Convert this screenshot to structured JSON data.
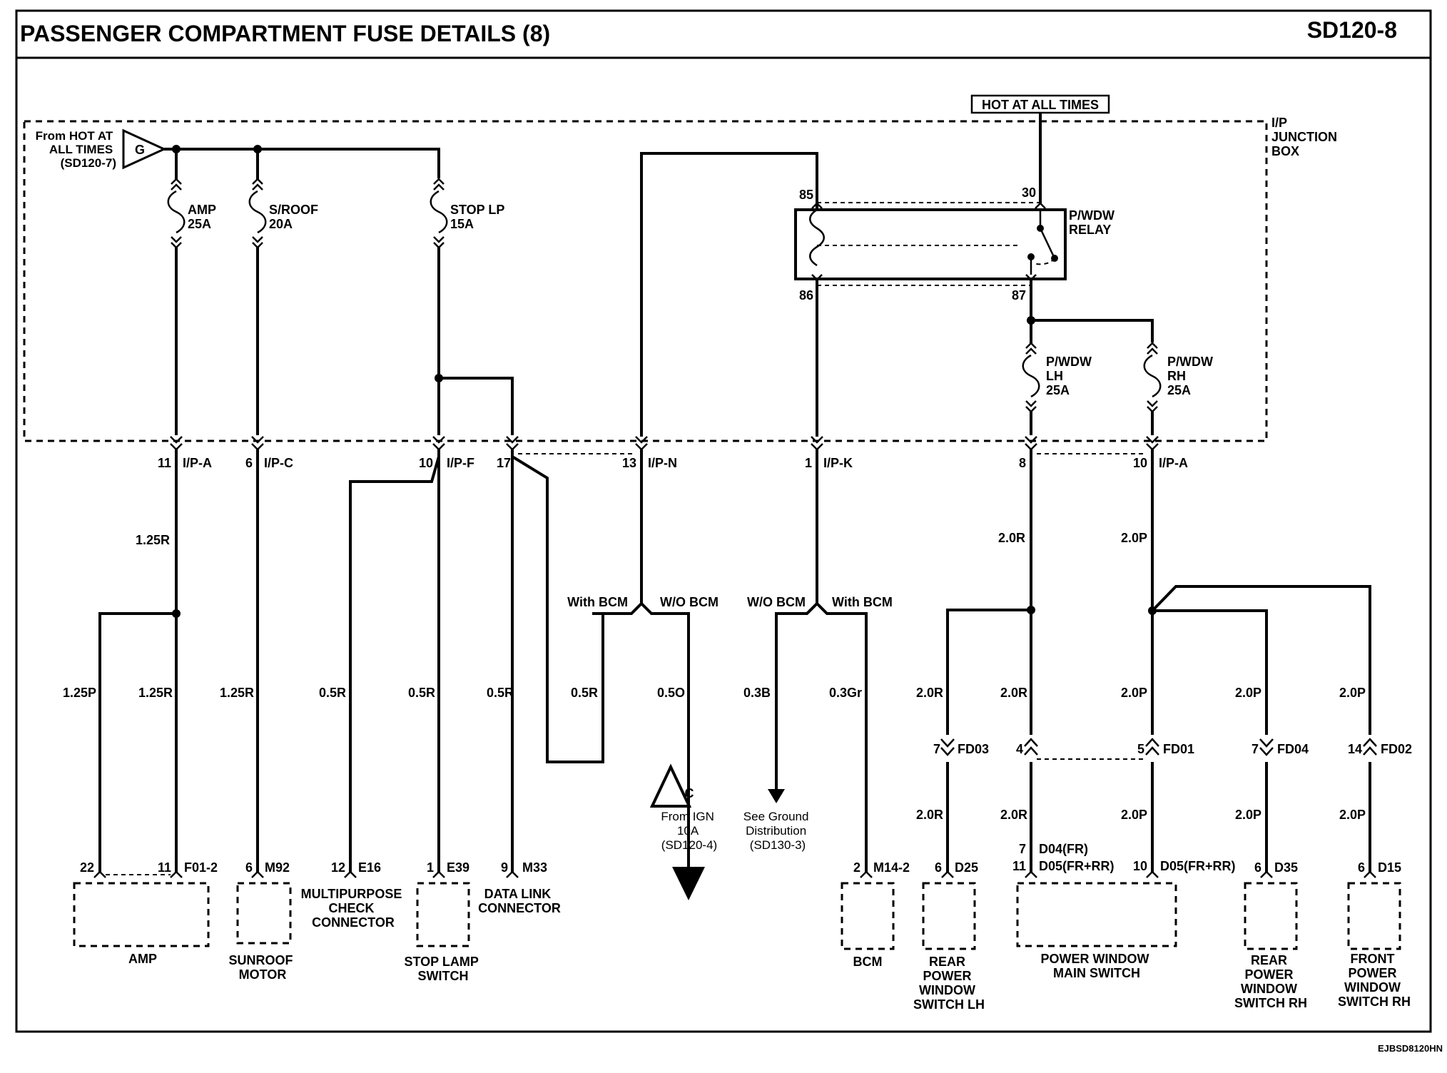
{
  "header": {
    "title": "PASSENGER COMPARTMENT FUSE DETAILS (8)",
    "page_code": "SD120-8"
  },
  "footer": {
    "code": "EJBSD8120HN"
  },
  "sources": {
    "hot_at_all_times": "HOT AT ALL TIMES",
    "from_hot": [
      "From HOT AT",
      "ALL TIMES",
      "(SD120-7)"
    ],
    "connector_g": "G",
    "from_ign": [
      "From IGN",
      "10A",
      "(SD120-4)"
    ],
    "connector_c": "C",
    "ground_ref": [
      "See Ground",
      "Distribution",
      "(SD130-3)"
    ]
  },
  "junction_box": [
    "I/P",
    "JUNCTION",
    "BOX"
  ],
  "fuses": {
    "amp": [
      "AMP",
      "25A"
    ],
    "sroof": [
      "S/ROOF",
      "20A"
    ],
    "stoplp": [
      "STOP LP",
      "15A"
    ],
    "pwdw_lh": [
      "P/WDW",
      "LH",
      "25A"
    ],
    "pwdw_rh": [
      "P/WDW",
      "RH",
      "25A"
    ]
  },
  "relay": {
    "label": [
      "P/WDW",
      "RELAY"
    ],
    "pins": {
      "p85": "85",
      "p30": "30",
      "p86": "86",
      "p87": "87"
    }
  },
  "jb_pins": {
    "amp": {
      "num": "11",
      "conn": "I/P-A"
    },
    "sroof": {
      "num": "6",
      "conn": "I/P-C"
    },
    "stop": {
      "num": "10",
      "conn": "I/P-F"
    },
    "dlc": {
      "num": "17"
    },
    "n": {
      "num": "13",
      "conn": "I/P-N"
    },
    "k": {
      "num": "1",
      "conn": "I/P-K"
    },
    "lh": {
      "num": "8"
    },
    "rh": {
      "num": "10",
      "conn": "I/P-A"
    }
  },
  "options": {
    "with_bcm": "With BCM",
    "wo_bcm": "W/O BCM"
  },
  "wires": {
    "w125r": "1.25R",
    "w125p": "1.25P",
    "w05r": "0.5R",
    "w05o": "0.5O",
    "w03b": "0.3B",
    "w03gr": "0.3Gr",
    "w20r": "2.0R",
    "w20p": "2.0P"
  },
  "fd_conns": {
    "fd03": {
      "num": "7",
      "conn": "FD03"
    },
    "fd01l": {
      "num": "4"
    },
    "fd01": {
      "num": "5",
      "conn": "FD01"
    },
    "fd04": {
      "num": "7",
      "conn": "FD04"
    },
    "fd02": {
      "num": "14",
      "conn": "FD02"
    }
  },
  "components": {
    "amp": {
      "pin_a": "22",
      "pin_b": "11",
      "conn": "F01-2",
      "label": [
        "AMP"
      ]
    },
    "sunroof": {
      "pin": "6",
      "conn": "M92",
      "label": [
        "SUNROOF",
        "MOTOR"
      ]
    },
    "mcc": {
      "pin": "12",
      "conn": "E16",
      "label": [
        "MULTIPURPOSE",
        "CHECK",
        "CONNECTOR"
      ]
    },
    "stop_switch": {
      "pin": "1",
      "conn": "E39",
      "label": [
        "STOP LAMP",
        "SWITCH"
      ]
    },
    "dlc": {
      "pin": "9",
      "conn": "M33",
      "label": [
        "DATA LINK",
        "CONNECTOR"
      ]
    },
    "bcm": {
      "pin": "2",
      "conn": "M14-2",
      "label": [
        "BCM"
      ]
    },
    "rear_lh": {
      "pin": "6",
      "conn": "D25",
      "label": [
        "REAR",
        "POWER",
        "WINDOW",
        "SWITCH LH"
      ]
    },
    "main": {
      "pin_a": "7",
      "conn_a": "D04(FR)",
      "pin_b": "11",
      "conn_b": "D05(FR+RR)",
      "pin_c": "10",
      "conn_c": "D05(FR+RR)",
      "label": [
        "POWER WINDOW",
        "MAIN SWITCH"
      ]
    },
    "rear_rh": {
      "pin": "6",
      "conn": "D35",
      "label": [
        "REAR",
        "POWER",
        "WINDOW",
        "SWITCH RH"
      ]
    },
    "front_rh": {
      "pin": "6",
      "conn": "D15",
      "label": [
        "FRONT",
        "POWER",
        "WINDOW",
        "SWITCH RH"
      ]
    }
  }
}
